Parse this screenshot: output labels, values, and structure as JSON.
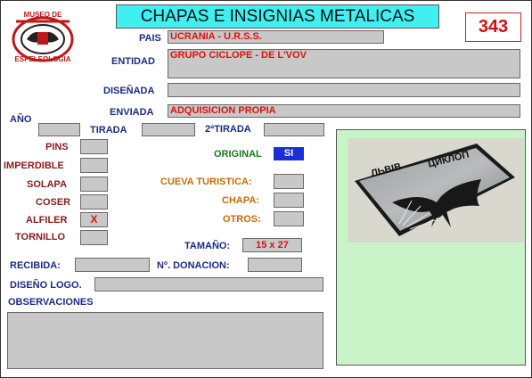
{
  "title": "CHAPAS E INSIGNIAS METALICAS",
  "number": "343",
  "logo": {
    "top_text": "MUSEO DE",
    "bottom_text": "ESPELEOLOGIA"
  },
  "fields": {
    "pais": {
      "label": "PAIS",
      "value": "UCRANIA - U.R.S.S."
    },
    "entidad": {
      "label": "ENTIDAD",
      "value": "GRUPO CICLOPE - DE L'VOV"
    },
    "disenada": {
      "label": "DISEÑADA",
      "value": ""
    },
    "enviada": {
      "label": "ENVIADA",
      "value": "ADQUISICION PROPIA"
    },
    "ano": {
      "label": "AÑO",
      "value": ""
    },
    "tirada": {
      "label": "TIRADA",
      "value": ""
    },
    "segunda_tirada": {
      "label": "2ªTIRADA",
      "value": ""
    },
    "original": {
      "label": "ORIGINAL",
      "value": "SI"
    },
    "cueva_turistica": {
      "label": "CUEVA TURISTICA:",
      "value": ""
    },
    "chapa": {
      "label": "CHAPA:",
      "value": ""
    },
    "otros": {
      "label": "OTROS:",
      "value": ""
    },
    "tamano": {
      "label": "TAMAÑO:",
      "value": "15 x 27"
    },
    "recibida": {
      "label": "RECIBIDA:",
      "value": ""
    },
    "n_donacion": {
      "label": "Nº. DONACION:",
      "value": ""
    },
    "diseno_logo": {
      "label": "DISEÑO LOGO.",
      "value": ""
    },
    "observaciones": {
      "label": "OBSERVACIONES",
      "value": ""
    }
  },
  "types": [
    {
      "label": "PINS",
      "value": ""
    },
    {
      "label": "IMPERDIBLE",
      "value": ""
    },
    {
      "label": "SOLAPA",
      "value": ""
    },
    {
      "label": "COSER",
      "value": ""
    },
    {
      "label": "ALFILER",
      "value": "X"
    },
    {
      "label": "TORNILLO",
      "value": ""
    }
  ],
  "badge": {
    "text_left": "ЛЬВІВ",
    "text_right": "ЦИКЛОП"
  },
  "colors": {
    "title_bg": "#40f0f0",
    "value_red": "#e01010",
    "label_navy": "#1a2b8a",
    "label_maroon": "#8b1a1a",
    "photo_bg": "#c8f4c8"
  }
}
